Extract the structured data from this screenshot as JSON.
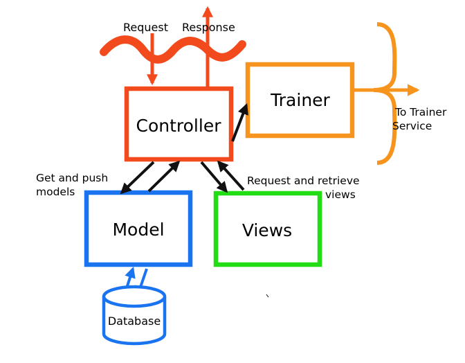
{
  "nodes": {
    "controller": {
      "label": "Controller",
      "color": "#f24a1c"
    },
    "trainer": {
      "label": "Trainer",
      "color": "#f7941d"
    },
    "model": {
      "label": "Model",
      "color": "#1a74f0"
    },
    "views": {
      "label": "Views",
      "color": "#22dd14"
    },
    "database": {
      "label": "Database",
      "color": "#1a74f0"
    }
  },
  "edge_labels": {
    "request": "Request",
    "response": "Response",
    "get_push_line1": "Get and push",
    "get_push_line2": "models",
    "req_retrieve_line1": "Request and retrieve",
    "req_retrieve_line2": "views",
    "to_trainer_line1": "To Trainer",
    "to_trainer_line2": "Service"
  },
  "colors": {
    "arrow_black": "#111111",
    "controller_red": "#f24a1c",
    "trainer_orange": "#f7941d",
    "model_blue": "#1a74f0"
  }
}
